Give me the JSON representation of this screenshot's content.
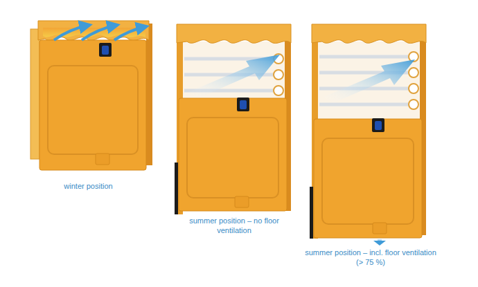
{
  "diagram": {
    "labels": [
      "winter position",
      "summer position – no floor ventilation",
      "summer position – incl. floor ventilation (> 75 %)"
    ]
  }
}
